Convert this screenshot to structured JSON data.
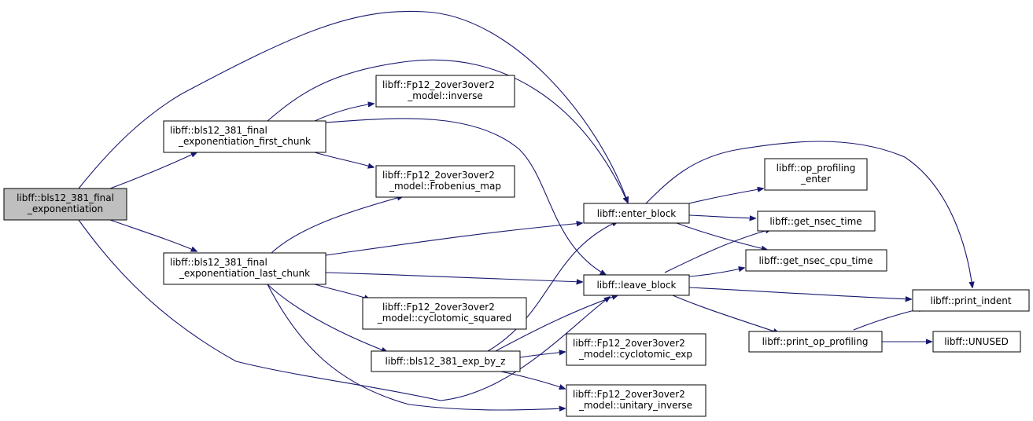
{
  "nodes": {
    "final_exp": {
      "lines": [
        "libff::bls12_381_final",
        "_exponentiation"
      ]
    },
    "first_chunk": {
      "lines": [
        "libff::bls12_381_final",
        "_exponentiation_first_chunk"
      ]
    },
    "last_chunk": {
      "lines": [
        "libff::bls12_381_final",
        "_exponentiation_last_chunk"
      ]
    },
    "inverse": {
      "lines": [
        "libff::Fp12_2over3over2",
        "_model::inverse"
      ]
    },
    "frobenius": {
      "lines": [
        "libff::Fp12_2over3over2",
        "_model::Frobenius_map"
      ]
    },
    "cyc_squared": {
      "lines": [
        "libff::Fp12_2over3over2",
        "_model::cyclotomic_squared"
      ]
    },
    "exp_by_z": {
      "lines": [
        "libff::bls12_381_exp_by_z"
      ]
    },
    "cyc_exp": {
      "lines": [
        "libff::Fp12_2over3over2",
        "_model::cyclotomic_exp"
      ]
    },
    "unitary_inverse": {
      "lines": [
        "libff::Fp12_2over3over2",
        "_model::unitary_inverse"
      ]
    },
    "enter_block": {
      "lines": [
        "libff::enter_block"
      ]
    },
    "leave_block": {
      "lines": [
        "libff::leave_block"
      ]
    },
    "op_prof_enter": {
      "lines": [
        "libff::op_profiling",
        "_enter"
      ]
    },
    "get_nsec_time": {
      "lines": [
        "libff::get_nsec_time"
      ]
    },
    "get_nsec_cpu": {
      "lines": [
        "libff::get_nsec_cpu_time"
      ]
    },
    "print_op_prof": {
      "lines": [
        "libff::print_op_profiling"
      ]
    },
    "print_indent": {
      "lines": [
        "libff::print_indent"
      ]
    },
    "unused": {
      "lines": [
        "libff::UNUSED"
      ]
    }
  },
  "edges": [
    [
      "final_exp",
      "first_chunk"
    ],
    [
      "final_exp",
      "last_chunk"
    ],
    [
      "final_exp",
      "enter_block"
    ],
    [
      "final_exp",
      "leave_block"
    ],
    [
      "first_chunk",
      "inverse"
    ],
    [
      "first_chunk",
      "frobenius"
    ],
    [
      "first_chunk",
      "enter_block"
    ],
    [
      "first_chunk",
      "leave_block"
    ],
    [
      "last_chunk",
      "frobenius"
    ],
    [
      "last_chunk",
      "cyc_squared"
    ],
    [
      "last_chunk",
      "exp_by_z"
    ],
    [
      "last_chunk",
      "unitary_inverse"
    ],
    [
      "last_chunk",
      "enter_block"
    ],
    [
      "last_chunk",
      "leave_block"
    ],
    [
      "exp_by_z",
      "cyc_exp"
    ],
    [
      "exp_by_z",
      "unitary_inverse"
    ],
    [
      "exp_by_z",
      "enter_block"
    ],
    [
      "exp_by_z",
      "leave_block"
    ],
    [
      "enter_block",
      "op_prof_enter"
    ],
    [
      "enter_block",
      "get_nsec_time"
    ],
    [
      "enter_block",
      "get_nsec_cpu"
    ],
    [
      "enter_block",
      "print_indent"
    ],
    [
      "leave_block",
      "get_nsec_time"
    ],
    [
      "leave_block",
      "get_nsec_cpu"
    ],
    [
      "leave_block",
      "print_indent"
    ],
    [
      "leave_block",
      "print_op_prof"
    ],
    [
      "print_op_prof",
      "print_indent"
    ],
    [
      "print_op_prof",
      "unused"
    ]
  ]
}
